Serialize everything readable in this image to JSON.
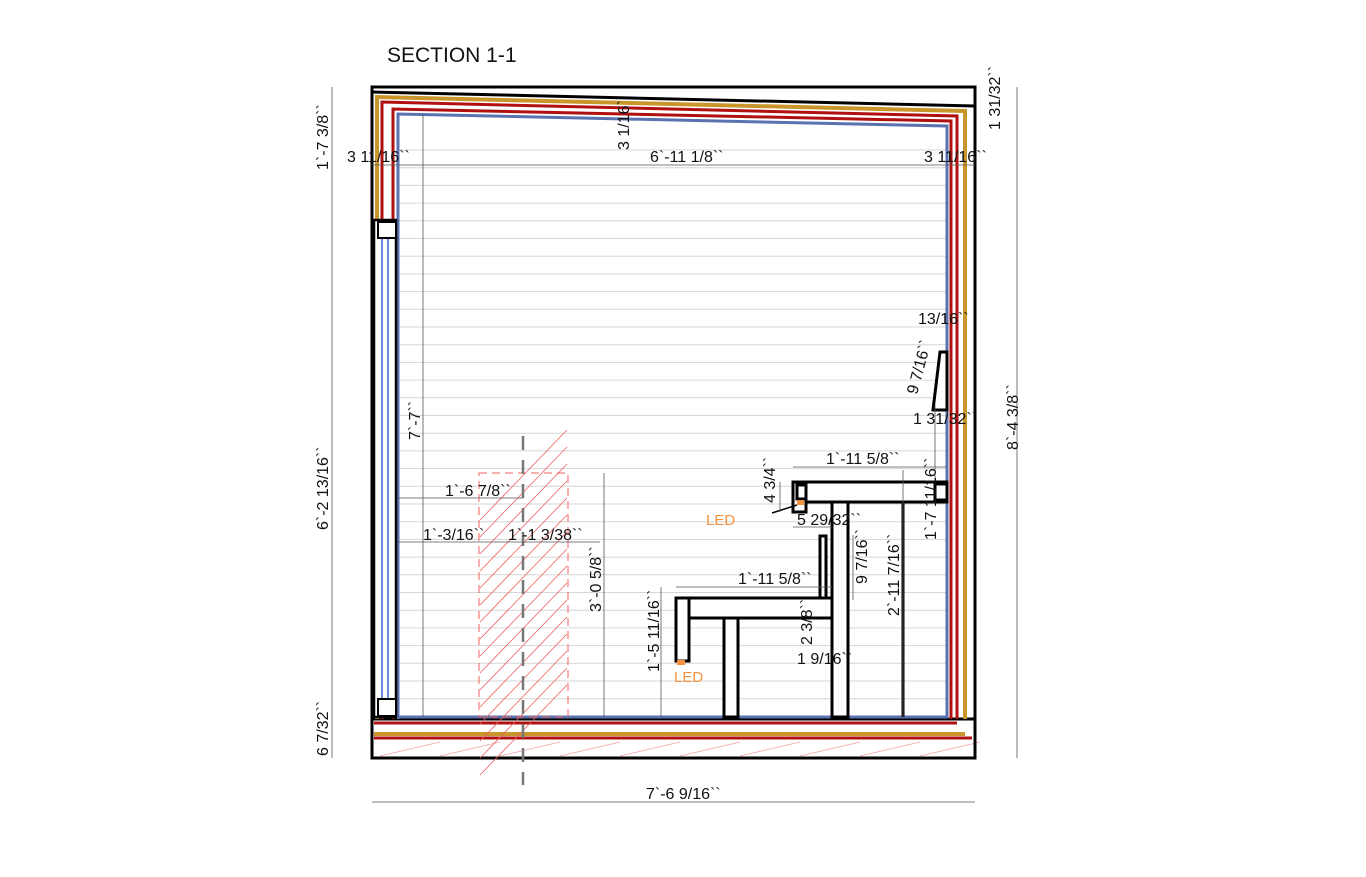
{
  "title": "SECTION 1-1",
  "colors": {
    "insulation_red": "#b01010",
    "insulation_brown": "#c8962a",
    "interior_blue": "#5a72b0",
    "led": "#f5913e",
    "hatch": "#f08080"
  },
  "dimensions": {
    "roof_left_height": "1`-7 3/8``",
    "roof_right_offset": "1 31/32``",
    "left_wall_thickness": "3 11/16``",
    "interior_width": "6`-11 1/8``",
    "right_wall_thickness": "3 11/16``",
    "roof_thickness": "3 1/16``",
    "window_height": "6`-2 13/16``",
    "interior_height": "7`-7``",
    "floor_thickness": "6 7/32``",
    "overall_height": "8`-4 3/8``",
    "overall_width": "7`-6 9/16``",
    "zone_offset_top": "1`-6 7/8``",
    "zone_offset_left": "1`-3/16``",
    "zone_width": "1`-1 3/38``",
    "zone_height": "3`-0 5/8``",
    "backrest_depth": "13/16``",
    "backrest_height": "9 7/16``",
    "backrest_gap": "1 31/32``",
    "upper_bench_depth": "1`-11 5/8``",
    "upper_bench_apron": "4 3/4``",
    "upper_bench_setback": "5 29/32``",
    "upper_bench_height": "1`-7 11/16``",
    "step_rise": "9 7/16``",
    "upper_total_height": "2`-11 7/16``",
    "lower_bench_depth": "1`-11 5/8``",
    "lower_bench_height": "1`-5 11/16``",
    "lower_apron": "2 3/8``",
    "lower_leg_gap": "1 9/16``"
  },
  "labels": {
    "led_upper": "LED",
    "led_lower": "LED"
  }
}
